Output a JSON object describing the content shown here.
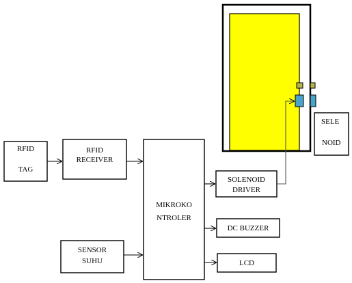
{
  "blocks": {
    "rfid_tag": {
      "line1": "RFID",
      "line2": "TAG"
    },
    "rfid_receiver": {
      "line1": "RFID",
      "line2": "RECEIVER"
    },
    "sensor_suhu": {
      "line1": "SENSOR",
      "line2": "SUHU"
    },
    "mikrokontroler": {
      "line1": "MIKROKO",
      "line2": "NTROLER"
    },
    "solenoid_driver": {
      "line1": "SOLENOID",
      "line2": "DRIVER"
    },
    "dc_buzzer": {
      "line1": "DC BUZZER"
    },
    "lcd": {
      "line1": "LCD"
    },
    "sele_noid": {
      "line1": "SELE",
      "line2": "NOID"
    }
  },
  "colors": {
    "door_frame": "#ffffff",
    "door_panel": "#ffff00",
    "lock_bolt": "#4aa3c8",
    "lock_strike": "#b5b54a",
    "stroke": "#000000"
  },
  "icons": {
    "door": "door-icon",
    "solenoid_lock": "solenoid-lock-icon"
  }
}
